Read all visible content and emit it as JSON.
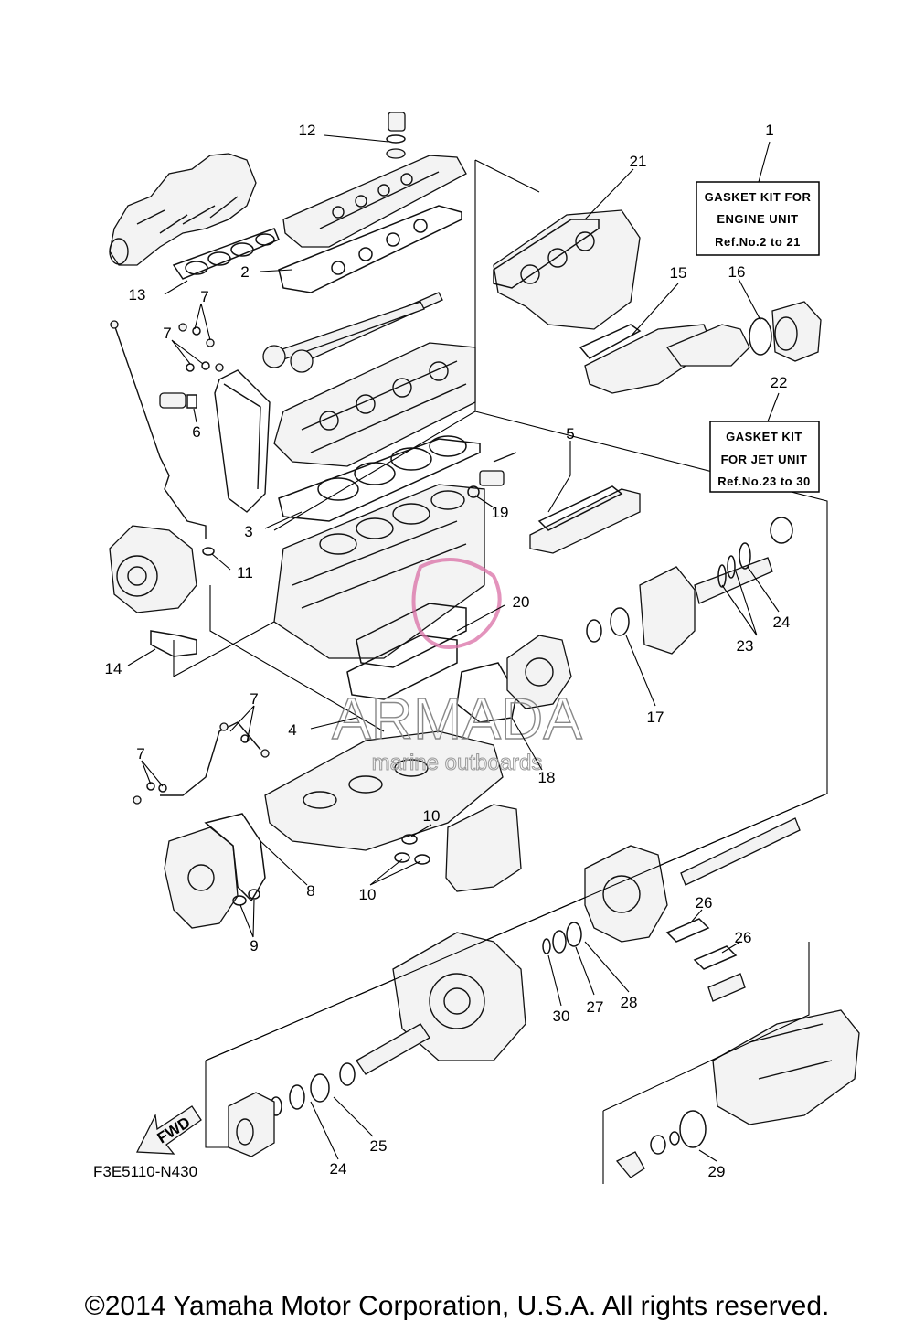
{
  "callouts": {
    "c1": "1",
    "c2": "2",
    "c3": "3",
    "c4": "4",
    "c5": "5",
    "c6": "6",
    "c7": "7",
    "c8": "8",
    "c9": "9",
    "c10": "10",
    "c11": "11",
    "c12": "12",
    "c13": "13",
    "c14": "14",
    "c15": "15",
    "c16": "16",
    "c17": "17",
    "c18": "18",
    "c19": "19",
    "c20": "20",
    "c21": "21",
    "c22": "22",
    "c23": "23",
    "c24": "24",
    "c25": "25",
    "c26": "26",
    "c27": "27",
    "c28": "28",
    "c29": "29",
    "c30": "30"
  },
  "engine_kit_box": {
    "line1": "GASKET KIT FOR",
    "line2": "ENGINE UNIT",
    "line3": "Ref.No.2 to 21"
  },
  "jet_kit_box": {
    "line1": "GASKET KIT",
    "line2": "FOR JET UNIT",
    "line3": "Ref.No.23 to 30"
  },
  "fwd_label": "FWD",
  "diagram_code": "F3E5110-N430",
  "watermark": {
    "brand": "ARMADA",
    "tagline": "marine outboards",
    "color": "#d96fa6"
  },
  "copyright": "©2014 Yamaha Motor Corporation, U.S.A. All rights reserved."
}
